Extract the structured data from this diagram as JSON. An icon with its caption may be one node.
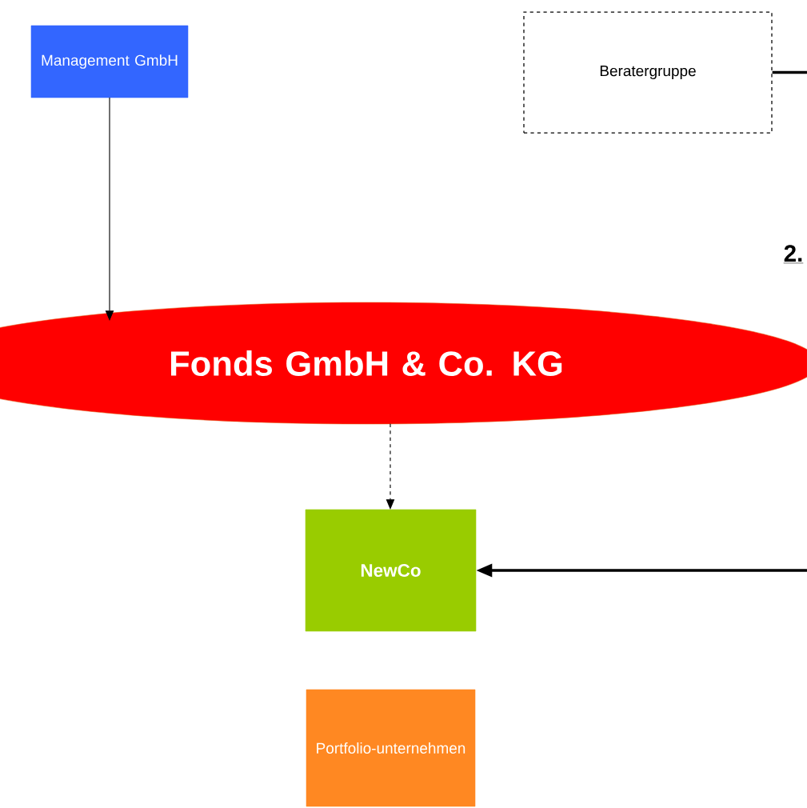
{
  "diagram": {
    "nodes": [
      {
        "text": [
          "Management GmbH"
        ]
      },
      {
        "text": [
          "Beratergruppe"
        ]
      },
      {
        "text": [
          "Fonds GmbH & Co. KG"
        ]
      },
      {
        "text": [
          "NewCo"
        ]
      },
      {
        "text": [
          "Portfolio-unternehmen"
        ]
      }
    ],
    "edges": [
      {
        "from": 0,
        "to": 2,
        "arrow": "to"
      },
      {
        "from": 2,
        "to": 3,
        "arrow": "to",
        "style": "dashed"
      },
      {
        "from": 1,
        "to": null,
        "arrow": "none",
        "style": "thick"
      },
      {
        "from": null,
        "to": 3,
        "arrow": "to",
        "style": "thick"
      }
    ],
    "labels": [
      "2."
    ]
  }
}
